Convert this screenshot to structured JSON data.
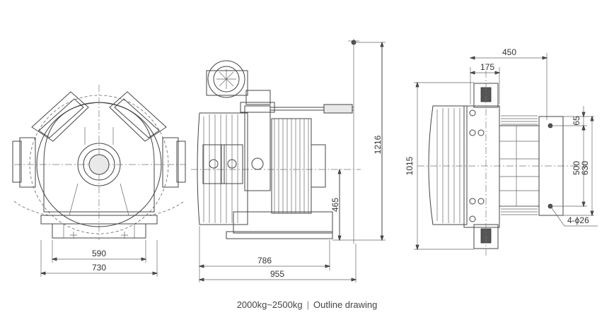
{
  "dimensions": {
    "front_view": {
      "bolt_spacing": "590",
      "base_width": "730"
    },
    "side_view": {
      "shaft_height": "465",
      "total_height": "1216",
      "body_length": "786",
      "total_length": "955"
    },
    "top_view": {
      "offset_175": "175",
      "span_450": "450",
      "offset_65": "65",
      "bolt_span_500": "500",
      "base_630": "630",
      "overall_1015": "1015",
      "holes": "4-ϕ26"
    }
  },
  "caption": {
    "model": "2000kg~2500kg",
    "separator": "|",
    "label": "Outline drawing"
  }
}
